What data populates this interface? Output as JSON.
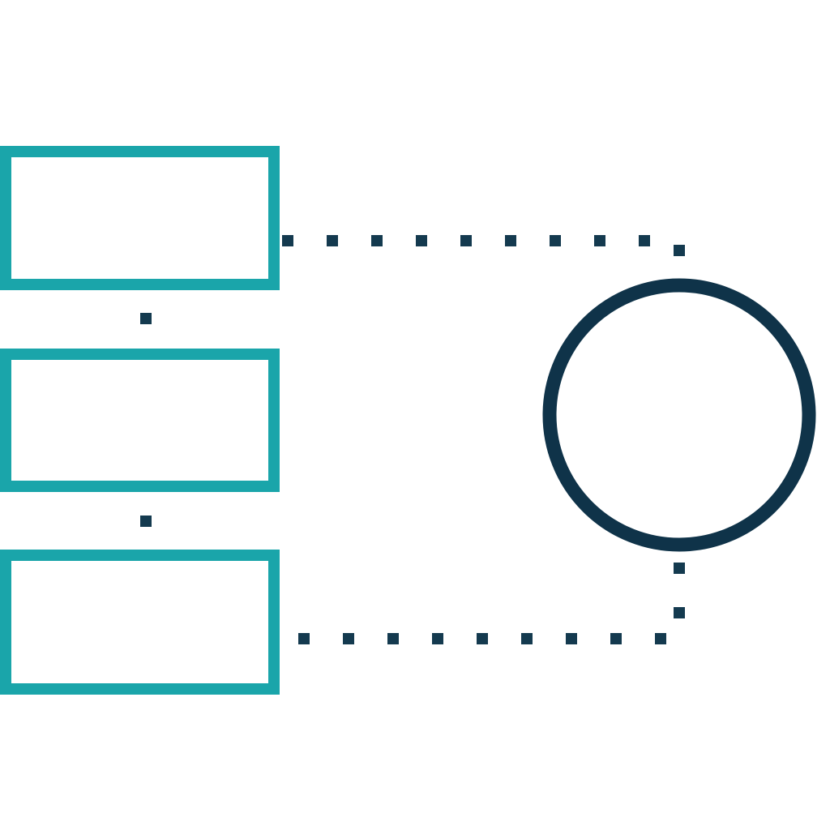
{
  "diagram": {
    "icon": "flowchart-blocks-to-circle-icon",
    "colors": {
      "block_stroke": "#1aa5aa",
      "circle_stroke": "#0f3349",
      "connector": "#143a4f",
      "background": "#ffffff"
    },
    "blocks": [
      {
        "id": "block-1"
      },
      {
        "id": "block-2"
      },
      {
        "id": "block-3"
      }
    ],
    "nodes": [
      {
        "id": "circle-node"
      }
    ],
    "connectors": [
      {
        "from": "block-1",
        "to": "circle-node",
        "style": "dotted"
      },
      {
        "from": "block-3",
        "to": "circle-node",
        "style": "dotted"
      },
      {
        "from": "block-1",
        "to": "block-2",
        "style": "dotted"
      },
      {
        "from": "block-2",
        "to": "block-3",
        "style": "dotted"
      }
    ]
  }
}
